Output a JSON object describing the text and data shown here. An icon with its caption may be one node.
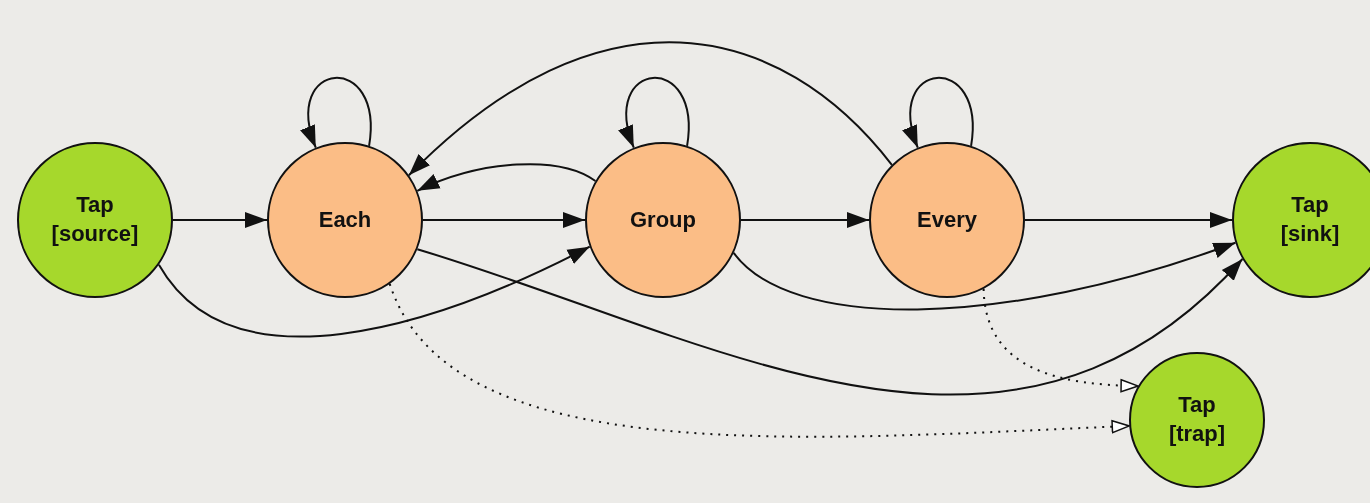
{
  "diagram": {
    "nodes": [
      {
        "text": [
          "Tap [source]"
        ]
      },
      {
        "text": [
          "Each"
        ]
      },
      {
        "text": [
          "Group"
        ]
      },
      {
        "text": [
          "Every"
        ]
      },
      {
        "text": [
          "Tap [sink]"
        ]
      },
      {
        "text": [
          "Tap [trap]"
        ]
      }
    ],
    "edges": [
      {
        "from": 0,
        "to": 1,
        "arrow": "to"
      },
      {
        "from": 1,
        "to": 1,
        "arrow": "to"
      },
      {
        "from": 1,
        "to": 2,
        "arrow": "to"
      },
      {
        "from": 2,
        "to": 2,
        "arrow": "to"
      },
      {
        "from": 2,
        "to": 3,
        "arrow": "to"
      },
      {
        "from": 3,
        "to": 3,
        "arrow": "to"
      },
      {
        "from": 3,
        "to": 4,
        "arrow": "to"
      },
      {
        "from": 3,
        "to": 1,
        "arrow": "to"
      },
      {
        "from": 2,
        "to": 1,
        "arrow": "to"
      },
      {
        "from": 0,
        "to": 2,
        "arrow": "to"
      },
      {
        "from": 1,
        "to": 4,
        "arrow": "to"
      },
      {
        "from": 2,
        "to": 4,
        "arrow": "to"
      },
      {
        "from": 1,
        "to": 5,
        "arrow": "to",
        "style": "dashed"
      },
      {
        "from": 3,
        "to": 5,
        "arrow": "to",
        "style": "dashed"
      }
    ]
  }
}
